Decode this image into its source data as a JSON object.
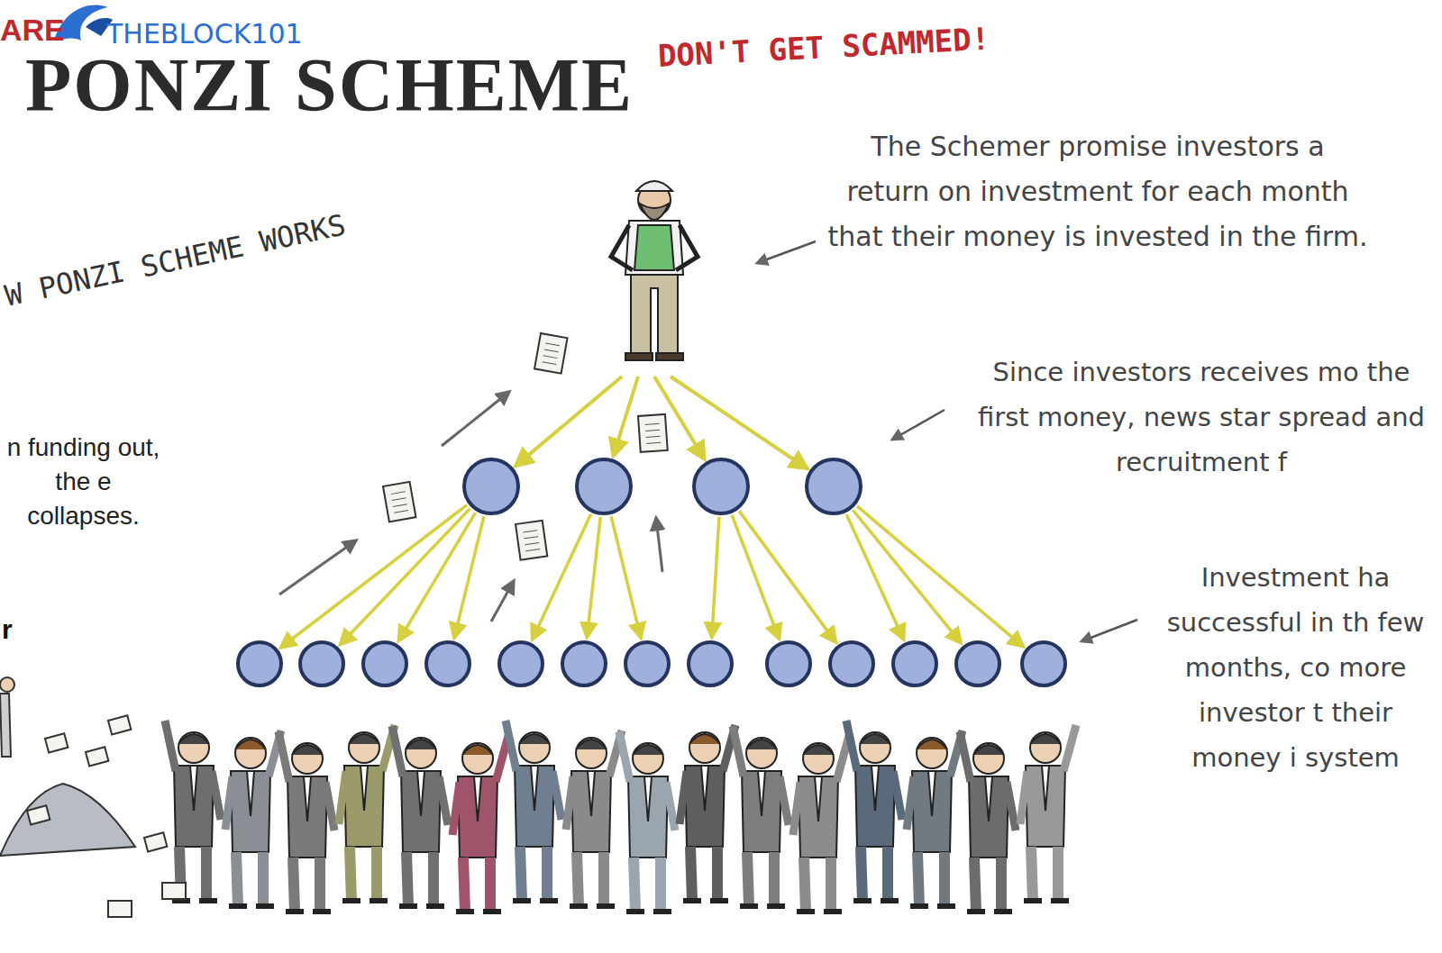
{
  "diagram": {
    "title": "PONZI SCHEME",
    "labels": [
      "ARE",
      "THEBLOCK101",
      "DON'T GET SCAMMED!",
      "W PONZI SCHEME WORKS",
      "The Schemer promise investors a return on investment for each month that their money is invested in the firm.",
      "Since investors receives mo the first money, news star spread and recruitment f",
      "n funding out, the e collapses.",
      "Investment ha successful in th few months, co more investor t their money i system",
      "r"
    ]
  }
}
